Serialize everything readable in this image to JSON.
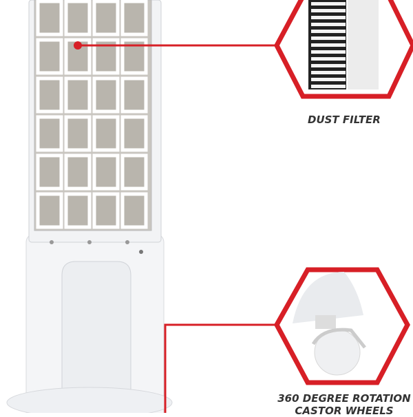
{
  "features": [
    {
      "label": "DUST FILTER"
    },
    {
      "label": "360 DEGREE ROTATION",
      "label2": "CASTOR WHEELS"
    }
  ],
  "colors": {
    "accent": "#d71f26",
    "text": "#333333"
  }
}
